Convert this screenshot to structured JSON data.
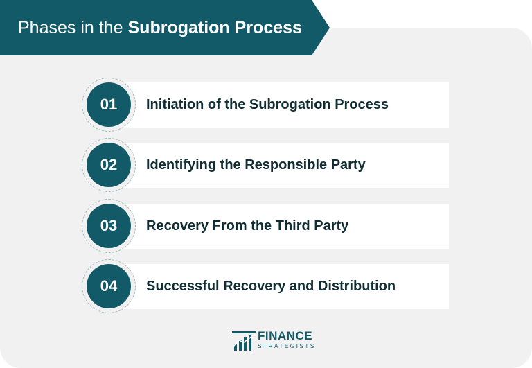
{
  "title": {
    "regular": "Phases in the",
    "bold": "Subrogation Process"
  },
  "steps": [
    {
      "number": "01",
      "label": "Initiation of the Subrogation Process"
    },
    {
      "number": "02",
      "label": "Identifying the Responsible Party"
    },
    {
      "number": "03",
      "label": "Recovery From the Third Party"
    },
    {
      "number": "04",
      "label": "Successful Recovery and Distribution"
    }
  ],
  "logo": {
    "line1": "FINANCE",
    "line2": "STRATEGISTS"
  },
  "colors": {
    "accent": "#135a68",
    "panel": "#f1f1f1",
    "text": "#0f2d33"
  }
}
